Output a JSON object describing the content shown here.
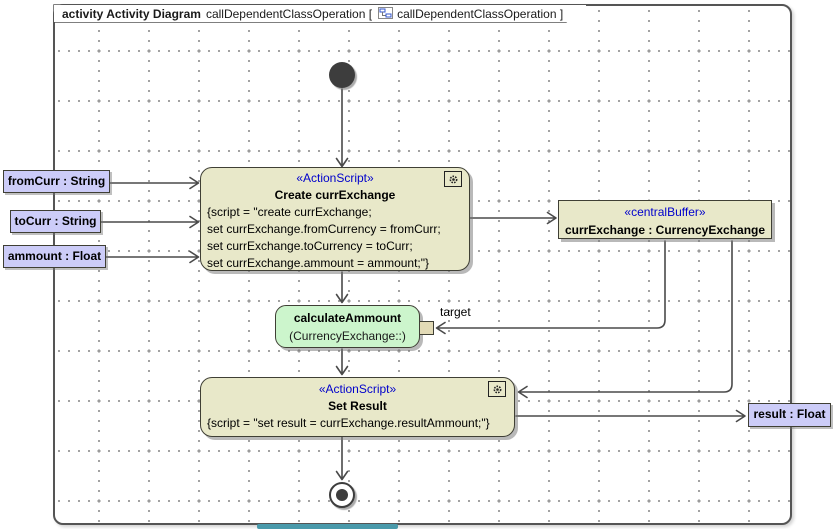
{
  "header": {
    "keyword": "activity Activity Diagram",
    "name_part": "callDependentClassOperation [",
    "ref_part": "callDependentClassOperation ]",
    "diagram_icon": "activity-diagram-icon"
  },
  "colors": {
    "action_fill": "#e8e8c9",
    "call_behavior_fill": "#ccf5cc",
    "parameter_fill": "#ccccf8",
    "pin_fill": "#e2dab6",
    "stereotype_text": "#0000cc",
    "edge": "#4a4a4a",
    "scroll_thumb": "#4a9aab"
  },
  "nodes": {
    "create_action": {
      "stereotype": "«ActionScript»",
      "name": "Create currExchange",
      "script_lines": [
        "{script = \"create currExchange;",
        "set currExchange.fromCurrency = fromCurr;",
        "set currExchange.toCurrency = toCurr;",
        "set currExchange.ammount = ammount;\"}"
      ],
      "icon": "gear-icon"
    },
    "central_buffer": {
      "stereotype": "«centralBuffer»",
      "name": "currExchange : CurrencyExchange"
    },
    "call_action": {
      "name": "calculateAmmount",
      "behavior": "(CurrencyExchange::)",
      "pin_label": "target"
    },
    "set_result_action": {
      "stereotype": "«ActionScript»",
      "name": "Set Result",
      "script_lines": [
        "{script = \"set result = currExchange.resultAmmount;\"}"
      ],
      "icon": "gear-icon"
    },
    "parameters": {
      "from_curr": "fromCurr : String",
      "to_curr": "toCurr : String",
      "ammount": "ammount : Float",
      "result": "result : Float"
    }
  }
}
